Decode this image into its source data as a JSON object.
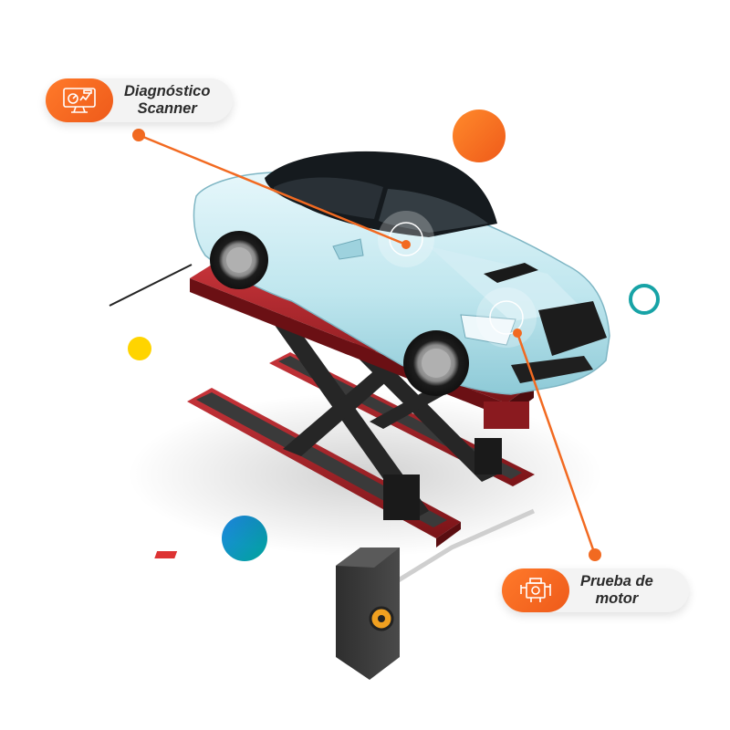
{
  "callouts": {
    "scanner": {
      "line1": "Diagnóstico",
      "line2": "Scanner",
      "icon": "diagnostic-monitor-icon"
    },
    "motor": {
      "line1": "Prueba de",
      "line2": "motor",
      "icon": "engine-icon"
    }
  },
  "colors": {
    "accent_orange": "#f26a21",
    "badge_bg": "#f3f3f3",
    "car_body": "#bfe6ee",
    "lift_red": "#b3242a",
    "teal_ring": "#17a3a6",
    "yellow_dot": "#ffd400",
    "blue_dot": "#1565c0"
  }
}
